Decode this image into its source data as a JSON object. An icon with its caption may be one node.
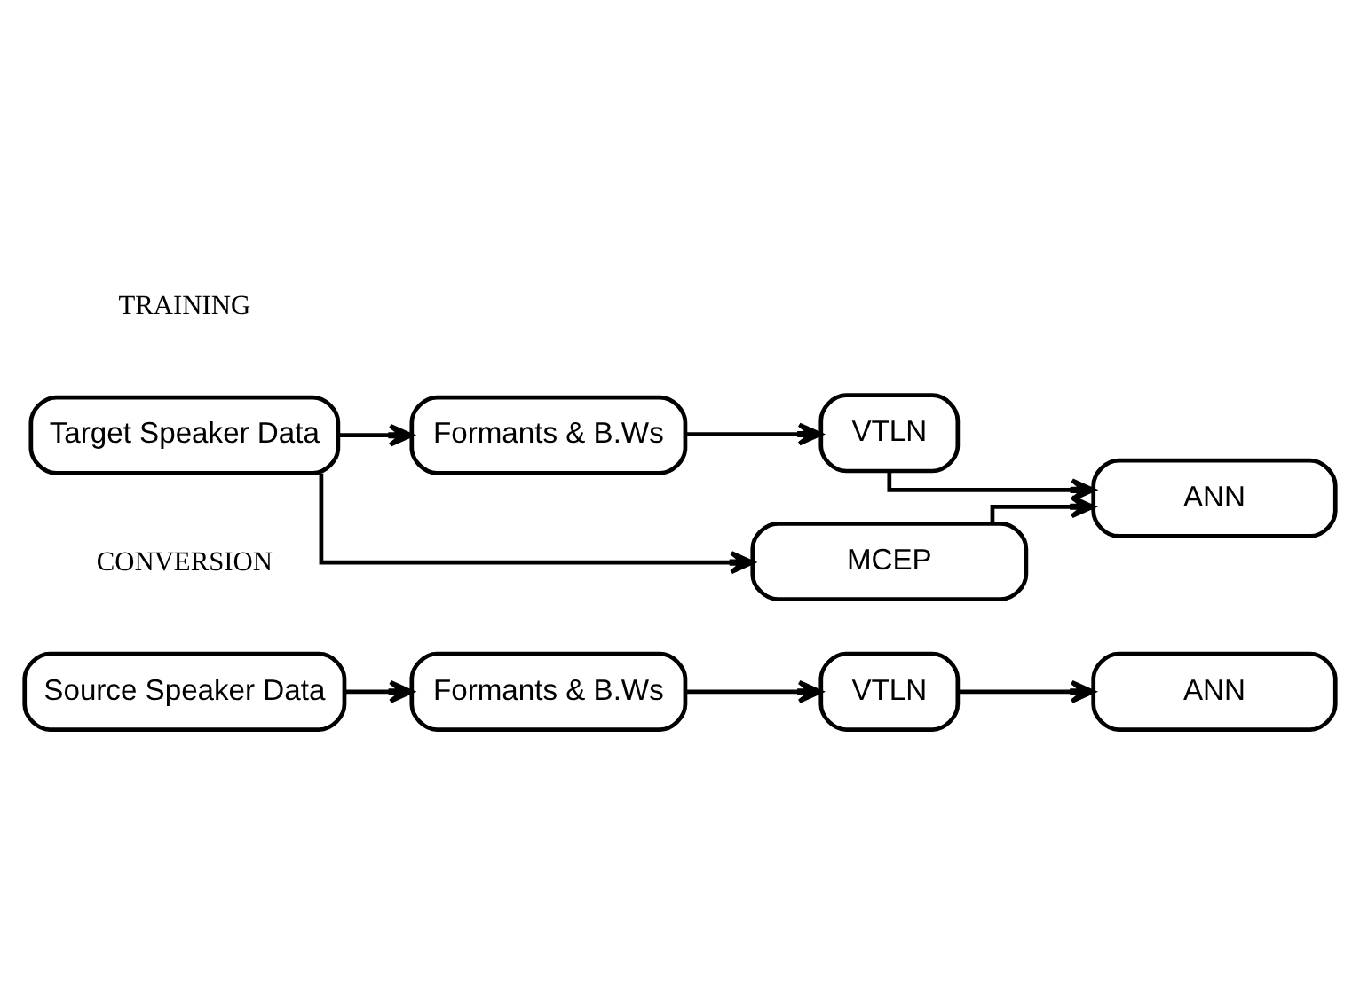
{
  "diagram": {
    "nodes": [
      {
        "text": [
          "Target Speaker Data"
        ]
      },
      {
        "text": [
          "Formants & B.Ws"
        ]
      },
      {
        "text": [
          "VTLN"
        ]
      },
      {
        "text": [
          "MCEP"
        ]
      },
      {
        "text": [
          "ANN"
        ]
      },
      {
        "text": [
          "Source Speaker Data"
        ]
      },
      {
        "text": [
          "Formants & B.Ws"
        ]
      },
      {
        "text": [
          "VTLN"
        ]
      },
      {
        "text": [
          "ANN"
        ]
      }
    ],
    "edges": [
      {
        "from": 0,
        "to": 1,
        "arrow": "to"
      },
      {
        "from": 0,
        "to": 3,
        "arrow": "to"
      },
      {
        "from": 1,
        "to": 2,
        "arrow": "to"
      },
      {
        "from": 2,
        "to": 4,
        "arrow": "to"
      },
      {
        "from": 3,
        "to": 4,
        "arrow": "to"
      },
      {
        "from": 5,
        "to": 6,
        "arrow": "to"
      },
      {
        "from": 6,
        "to": 7,
        "arrow": "to"
      },
      {
        "from": 7,
        "to": 8,
        "arrow": "to"
      }
    ],
    "labels": [
      "TRAINING",
      "CONVERSION"
    ]
  }
}
